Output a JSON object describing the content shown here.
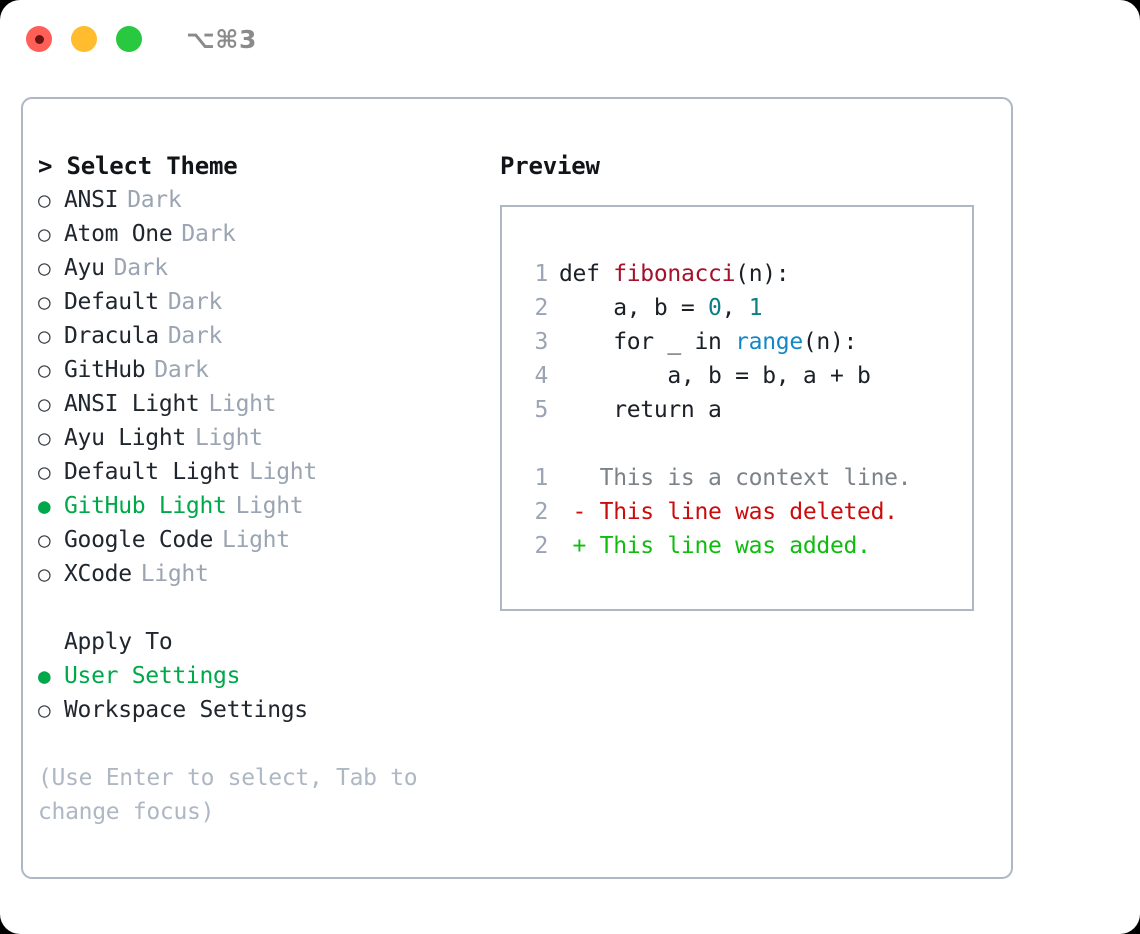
{
  "titlebar": {
    "shortcut": "⌥⌘3",
    "buttons": [
      "close",
      "minimize",
      "zoom"
    ]
  },
  "left": {
    "header": "> Select Theme",
    "themes": [
      {
        "marker": "○",
        "name": "ANSI",
        "variant": "Dark",
        "selected": false
      },
      {
        "marker": "○",
        "name": "Atom One",
        "variant": "Dark",
        "selected": false
      },
      {
        "marker": "○",
        "name": "Ayu",
        "variant": "Dark",
        "selected": false
      },
      {
        "marker": "○",
        "name": "Default",
        "variant": "Dark",
        "selected": false
      },
      {
        "marker": "○",
        "name": "Dracula",
        "variant": "Dark",
        "selected": false
      },
      {
        "marker": "○",
        "name": "GitHub",
        "variant": "Dark",
        "selected": false
      },
      {
        "marker": "○",
        "name": "ANSI Light",
        "variant": "Light",
        "selected": false
      },
      {
        "marker": "○",
        "name": "Ayu Light",
        "variant": "Light",
        "selected": false
      },
      {
        "marker": "○",
        "name": "Default Light",
        "variant": "Light",
        "selected": false
      },
      {
        "marker": "●",
        "name": "GitHub Light",
        "variant": "Light",
        "selected": true
      },
      {
        "marker": "○",
        "name": "Google Code",
        "variant": "Light",
        "selected": false
      },
      {
        "marker": "○",
        "name": "XCode",
        "variant": "Light",
        "selected": false
      }
    ],
    "apply_to": {
      "header": "Apply To",
      "options": [
        {
          "marker": "●",
          "name": "User Settings",
          "selected": true
        },
        {
          "marker": "○",
          "name": "Workspace Settings",
          "selected": false
        }
      ]
    },
    "hint": "(Use Enter to select, Tab to change focus)"
  },
  "right": {
    "title": "Preview",
    "code_lines": [
      {
        "no": "1",
        "segments": [
          {
            "text": "def ",
            "tok": "plain"
          },
          {
            "text": "fibonacci",
            "tok": "fn"
          },
          {
            "text": "(n):",
            "tok": "plain"
          }
        ]
      },
      {
        "no": "2",
        "segments": [
          {
            "text": "    a, b = ",
            "tok": "plain"
          },
          {
            "text": "0",
            "tok": "num"
          },
          {
            "text": ", ",
            "tok": "plain"
          },
          {
            "text": "1",
            "tok": "num"
          }
        ]
      },
      {
        "no": "3",
        "segments": [
          {
            "text": "    for _ in ",
            "tok": "plain"
          },
          {
            "text": "range",
            "tok": "call"
          },
          {
            "text": "(n):",
            "tok": "plain"
          }
        ]
      },
      {
        "no": "4",
        "segments": [
          {
            "text": "        a, b = b, a + b",
            "tok": "plain"
          }
        ]
      },
      {
        "no": "5",
        "segments": [
          {
            "text": "    return a",
            "tok": "plain"
          }
        ]
      }
    ],
    "diff_lines": [
      {
        "no": "1",
        "segments": [
          {
            "text": "   This is a context line.",
            "tok": "ctx"
          }
        ]
      },
      {
        "no": "2",
        "segments": [
          {
            "text": " - This line was deleted.",
            "tok": "del"
          }
        ]
      },
      {
        "no": "2",
        "segments": [
          {
            "text": " + This line was added.",
            "tok": "add"
          }
        ]
      }
    ]
  },
  "colors": {
    "accent_green": "#00a84a",
    "diff_added": "#0fbd0f",
    "diff_deleted": "#cc0c0c",
    "muted": "#9aa4b2",
    "border": "#aeb7c4",
    "function_name": "#a5102a",
    "number_literal": "#0b7f83",
    "builtin_call": "#1187c7"
  }
}
